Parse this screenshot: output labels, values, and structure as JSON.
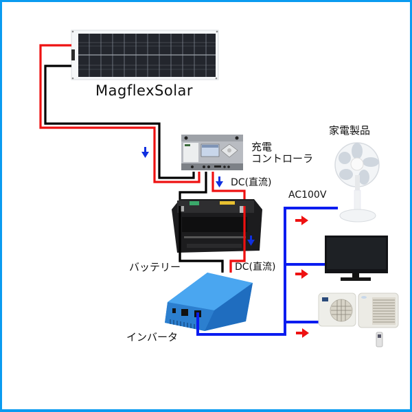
{
  "diagram": {
    "title": "Solar power system wiring diagram",
    "labels": {
      "solar_panel": "MagflexSolar",
      "charge_controller_line1": "充電",
      "charge_controller_line2": "コントローラ",
      "dc_to_battery": "DC(直流)",
      "ac_output": "AC100V",
      "appliances": "家電製品",
      "battery": "バッテリー",
      "dc_to_inverter": "DC(直流)",
      "inverter": "インバータ"
    },
    "components": [
      {
        "id": "solar-panel",
        "name": "MagflexSolar"
      },
      {
        "id": "charge-controller",
        "name": "充電コントローラ"
      },
      {
        "id": "battery",
        "name": "バッテリー"
      },
      {
        "id": "inverter",
        "name": "インバータ"
      },
      {
        "id": "fan",
        "name": "家電製品"
      },
      {
        "id": "tv",
        "name": "家電製品"
      },
      {
        "id": "air-conditioner",
        "name": "家電製品"
      }
    ],
    "connections": [
      {
        "from": "solar-panel",
        "to": "charge-controller",
        "type": "DC"
      },
      {
        "from": "charge-controller",
        "to": "battery",
        "type": "DC(直流)"
      },
      {
        "from": "battery",
        "to": "inverter",
        "type": "DC(直流)"
      },
      {
        "from": "inverter",
        "to": "fan",
        "type": "AC100V"
      },
      {
        "from": "inverter",
        "to": "tv",
        "type": "AC100V"
      },
      {
        "from": "inverter",
        "to": "air-conditioner",
        "type": "AC100V"
      }
    ],
    "colors": {
      "frame": "#0a9bf0",
      "positive_wire": "#ee1111",
      "negative_wire": "#000000",
      "ac_wire": "#0a1cf0",
      "dc_arrow": "#1030e0",
      "ac_arrow": "#ee1111",
      "inverter_body": "#2a8fe0"
    }
  }
}
